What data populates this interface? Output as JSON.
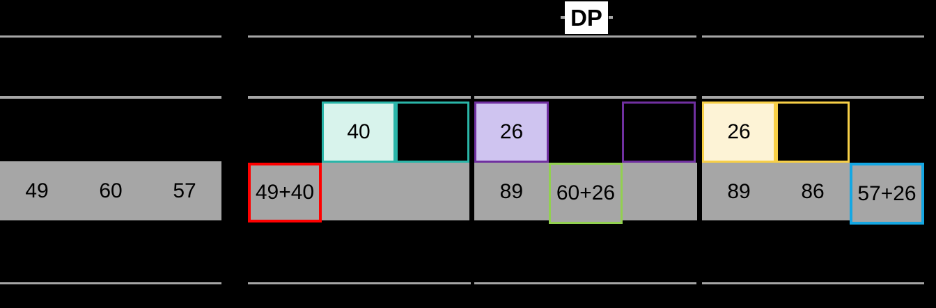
{
  "header": {
    "label": "DP"
  },
  "palette": {
    "gray": "#a6a6a6",
    "text": "#000000",
    "label_bg": "#ffffff",
    "teal_border": "#2ab5a8",
    "mint_fill": "#d8f3ec",
    "purple_border": "#7030a0",
    "lavender_fill": "#cfc4f0",
    "gold_border": "#f7cf47",
    "cream_fill": "#fdf3d6",
    "red_border": "#fe0000",
    "green_border": "#92d050",
    "blue_border": "#14a7e3"
  },
  "array_panel": {
    "cells": [
      "49",
      "60",
      "57"
    ]
  },
  "step1": {
    "memo_value": "40",
    "sum_value": "49+40"
  },
  "step2": {
    "memo_value": "26",
    "result_value": "89",
    "sum_value": "60+26"
  },
  "step3": {
    "memo_value": "26",
    "result1_value": "89",
    "result2_value": "86",
    "sum_value": "57+26"
  }
}
